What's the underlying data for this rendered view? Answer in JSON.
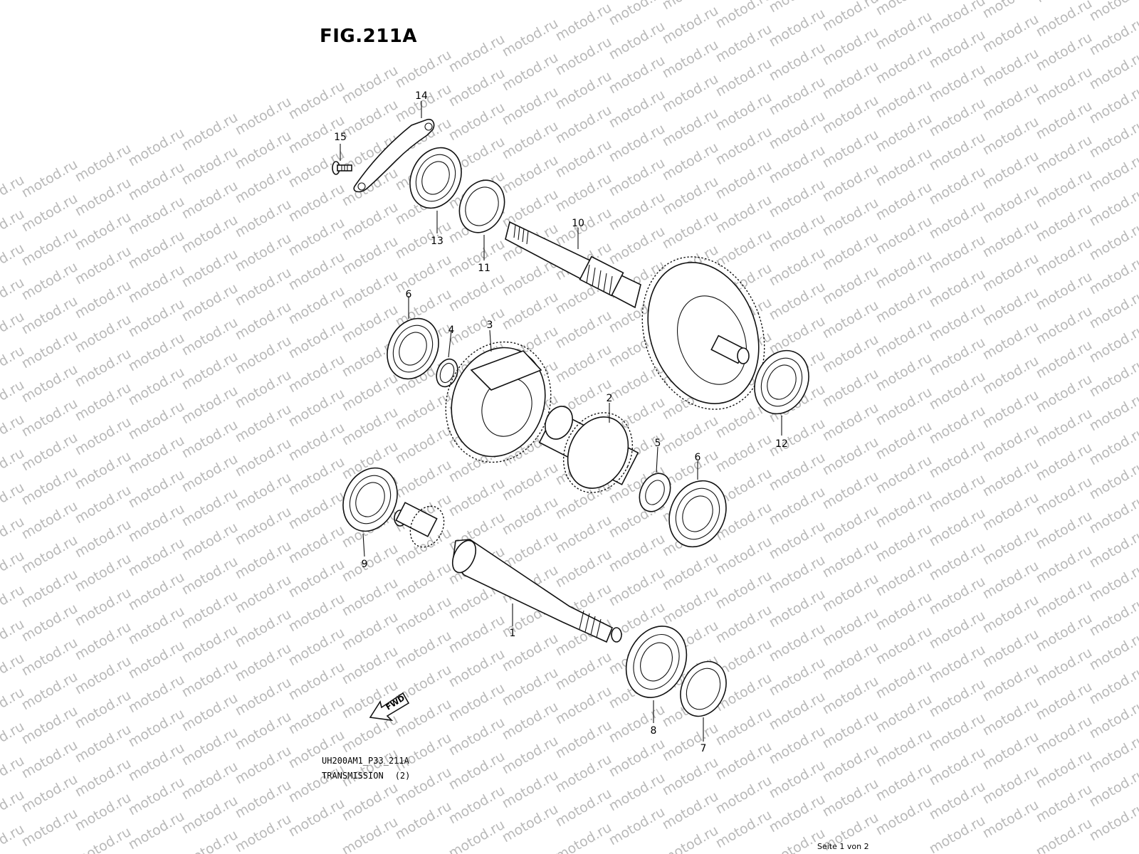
{
  "figure_title": "FIG.211A",
  "drawing_code": "UH200AM1_P33_211A",
  "caption": {
    "name": "TRANSMISSION",
    "quantity": "(2)"
  },
  "page_info": "Seite 1 von 2",
  "fwd_label": "FWD",
  "watermark_text": "motod.ru",
  "callouts": [
    {
      "id": "c1",
      "label": "1"
    },
    {
      "id": "c2",
      "label": "2"
    },
    {
      "id": "c3",
      "label": "3"
    },
    {
      "id": "c4",
      "label": "4"
    },
    {
      "id": "c5",
      "label": "5"
    },
    {
      "id": "c6a",
      "label": "6"
    },
    {
      "id": "c6b",
      "label": "6"
    },
    {
      "id": "c7",
      "label": "7"
    },
    {
      "id": "c8",
      "label": "8"
    },
    {
      "id": "c9",
      "label": "9"
    },
    {
      "id": "c10",
      "label": "10"
    },
    {
      "id": "c11",
      "label": "11"
    },
    {
      "id": "c12",
      "label": "12"
    },
    {
      "id": "c13",
      "label": "13"
    },
    {
      "id": "c14",
      "label": "14"
    },
    {
      "id": "c15",
      "label": "15"
    }
  ]
}
